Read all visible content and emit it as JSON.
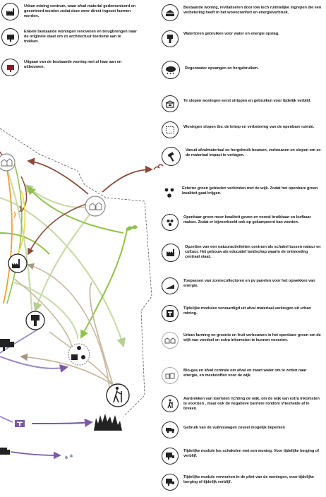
{
  "legend_left": [
    {
      "icon": "factory-icon",
      "text": "Urban mining centrum, waar afval material gedemonteerd en gesorteerd worden zodat deze weer direct ingezet kunnen worden."
    },
    {
      "icon": "building-module-icon",
      "text": "Enkele bestaande woningen renoveren en terugbrengen naar de originele staat om zo architectuur toerisme aan te trekken."
    },
    {
      "icon": "house-extension-icon",
      "text": "Uitgaan van de bestaande woning met al haar aan en uitbouwen."
    }
  ],
  "legend_right": [
    {
      "icon": "house-insulation-icon",
      "text": "Bestaande woning, revitaliseren door low tech ruimtelijke ingrepen die een verbetering heeft in het wooncomfort en energieverbruik."
    },
    {
      "icon": "water-tower-icon",
      "text": "Watertoren gebruiken voor water en energie opslag."
    },
    {
      "icon": "rain-cloud-icon",
      "text": "Regenwater opvangen en hergebruiken."
    },
    {
      "icon": "stripped-house-icon",
      "text": "Te slopen woningen eerst strippen en gebruiken voor tijdelijk verblijf."
    },
    {
      "icon": "dashed-house-icon",
      "text": "Woningen slopen tbv. de krimp en verbetering van de openbare ruimte."
    },
    {
      "icon": "hammer-icon",
      "text": "Vanuit afvalmateriaal en hergebruik bouwen, verbouwen en slopen om zo de materiaal impact te verlagen."
    },
    {
      "icon": "trees-icon",
      "text": "Externe groen gebieden  verbinden met de wijk. Zodat  het openbare groen kwaliteit gaat krijgen."
    },
    {
      "icon": "tree-circle-icon",
      "text": "Openbaar groen meer kwaliteit geven en vooral  bruikbaar en leefbaar maken.  Zodat er bijvoorbeeld ook op gekampeerd kan worden."
    },
    {
      "icon": "nature-center-icon",
      "text": "Opzetten van een natuuractiviteiten centrum als schakel tussen natuur en cultuur. Het gebouw als educatief landschap waarin de ontmoeting centraal staat."
    },
    {
      "icon": "solar-panel-icon",
      "text": "Toepassen van zonnecollectoren en pv panelen  voor het opwekken van energie."
    },
    {
      "icon": "temporary-module-icon",
      "text": "Tijdelijke modules vervaardigd uit afval materiaal verkregen uit urban mining."
    },
    {
      "icon": "urban-farming-icon",
      "text": "Urban farming en groente en fruit verbouwen in het openbare groen om de wijk van voedsel en extra inkomsten te kunnen voorzien."
    },
    {
      "icon": "biogas-icon",
      "text": "Bio-gas en afval centrale om afval en  zwart water om te zetten naar energie, en meststoffen voor de wijk."
    },
    {
      "icon": "hiker-icon",
      "text": "Aantrekken van toeristen richting de wijk, om de wijk van extra inkomsten te voorzien , maar ook de negatieve barriere rondom Vriesheide af te breken."
    },
    {
      "icon": "garbage-truck-icon",
      "text": "Gebruik van de vuilniswagen zoveel mogelijk beperken"
    },
    {
      "icon": "truck-module-icon",
      "text": "Tijdelijke module los schakelen met een woning. Voor tijdelijke berging of verblijf."
    },
    {
      "icon": "module-plant-icon",
      "text": "Tijdelijke module verwerken in de plint van de woningen, voor tijdelijke berging of tijdelijk verblijf."
    }
  ],
  "colors": {
    "brown": "#8b4a3a",
    "green": "#8fc24a",
    "light_green": "#c8dca8",
    "orange": "#f0a030",
    "yellow": "#f2d84a",
    "purple": "#7b5aa8",
    "lilac": "#9a88c8",
    "tan": "#c8b8a0",
    "dark_red": "#8a1a2a"
  }
}
